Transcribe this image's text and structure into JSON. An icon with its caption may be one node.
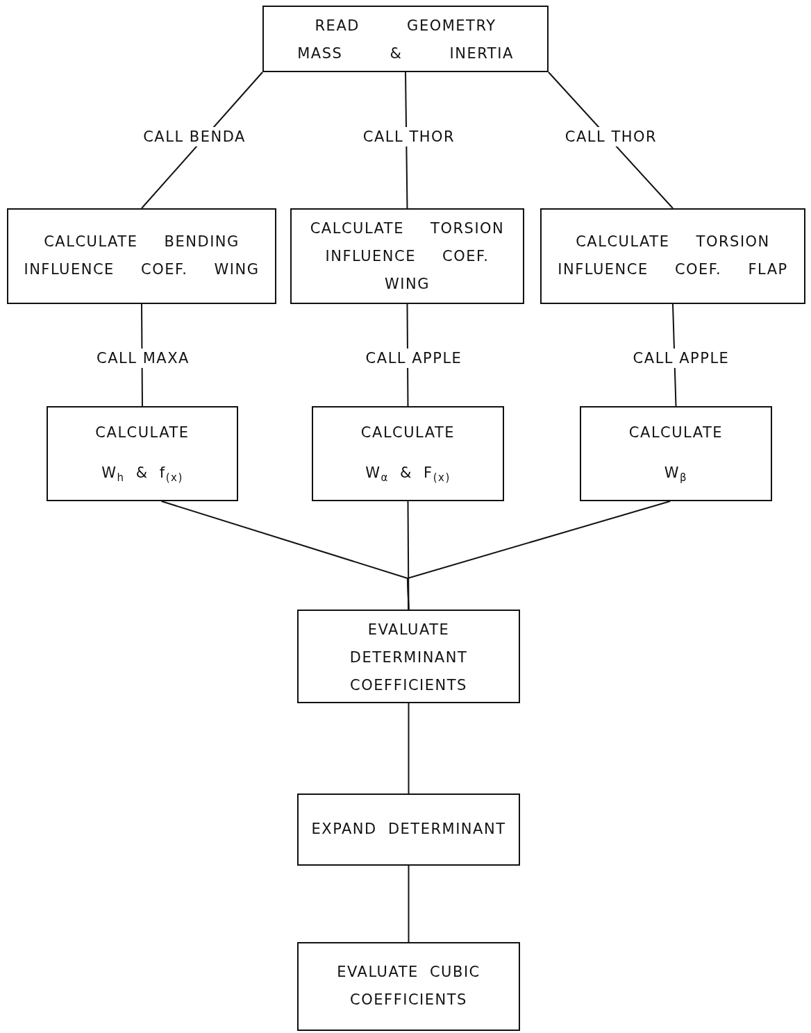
{
  "diagram": {
    "nodes": [
      {
        "text": [
          "READ GEOMETRY MASS & INERTIA"
        ]
      },
      {
        "text": [
          "CALCULATE BENDING INFLUENCE COEF. WING"
        ]
      },
      {
        "text": [
          "CALCULATE TORSION INFLUENCE COEF. WING"
        ]
      },
      {
        "text": [
          "CALCULATE TORSION INFLUENCE COEF. FLAP"
        ]
      },
      {
        "text": [
          "CALCULATE",
          "W$_{h}$ & f$_{(x)}$"
        ]
      },
      {
        "text": [
          "CALCULATE",
          "W$_{α}$ & F$_{(x)}$"
        ]
      },
      {
        "text": [
          "CALCULATE",
          "W$_{β}$"
        ]
      },
      {
        "text": [
          "EVALUATE DETERMINANT COEFFICIENTS"
        ]
      },
      {
        "text": [
          "EXPAND DETERMINANT"
        ]
      },
      {
        "text": [
          "EVALUATE CUBIC COEFFICIENTS"
        ]
      }
    ],
    "edges": [
      {
        "from": 0,
        "to": 1,
        "arrow": "none",
        "label": "CALL BENDA"
      },
      {
        "from": 0,
        "to": 2,
        "arrow": "none",
        "label": "CALL THOR"
      },
      {
        "from": 0,
        "to": 3,
        "arrow": "none",
        "label": "CALL THOR"
      },
      {
        "from": 1,
        "to": 4,
        "arrow": "none",
        "label": "CALL MAXA"
      },
      {
        "from": 2,
        "to": 5,
        "arrow": "none",
        "label": "CALL APPLE"
      },
      {
        "from": 3,
        "to": 6,
        "arrow": "none",
        "label": "CALL APPLE"
      },
      {
        "from": 4,
        "to": 7,
        "arrow": "none"
      },
      {
        "from": 5,
        "to": 7,
        "arrow": "none"
      },
      {
        "from": 6,
        "to": 7,
        "arrow": "none"
      },
      {
        "from": 7,
        "to": 8,
        "arrow": "none"
      },
      {
        "from": 8,
        "to": 9,
        "arrow": "none"
      }
    ]
  }
}
